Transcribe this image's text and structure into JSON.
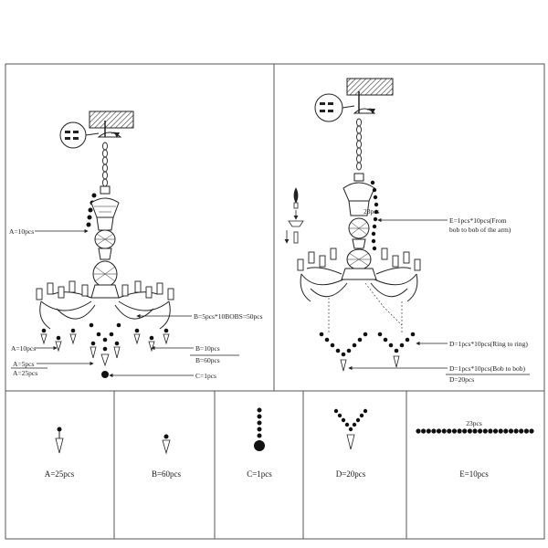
{
  "left_panel": {
    "labels": {
      "a_top": "A=10pcs",
      "b_arms": "B=5pcs*10BOBS=50pcs",
      "a_lower": "A=10pcs",
      "b_lower": "B=10pcs",
      "b_total": "B=60pcs",
      "a_small": "A=5pcs",
      "a_total": "A=25pcs",
      "c": "C=1pcs"
    }
  },
  "right_panel": {
    "labels": {
      "count_23": "23pcs",
      "e_line1": "E=1pcs*10pcs(From",
      "e_line2": "bob to bob of the arm)",
      "d_ring": "D=1pcs*10pcs(Ring to ring)",
      "d_bob": "D=1pcs*10pcs(Bob to bob)",
      "d_total": "D=20pcs"
    }
  },
  "parts": [
    {
      "id": "A",
      "label": "A=25pcs"
    },
    {
      "id": "B",
      "label": "B=60pcs"
    },
    {
      "id": "C",
      "label": "C=1pcs"
    },
    {
      "id": "D",
      "label": "D=20pcs"
    },
    {
      "id": "E",
      "label": "E=10pcs",
      "count": "23pcs"
    }
  ]
}
